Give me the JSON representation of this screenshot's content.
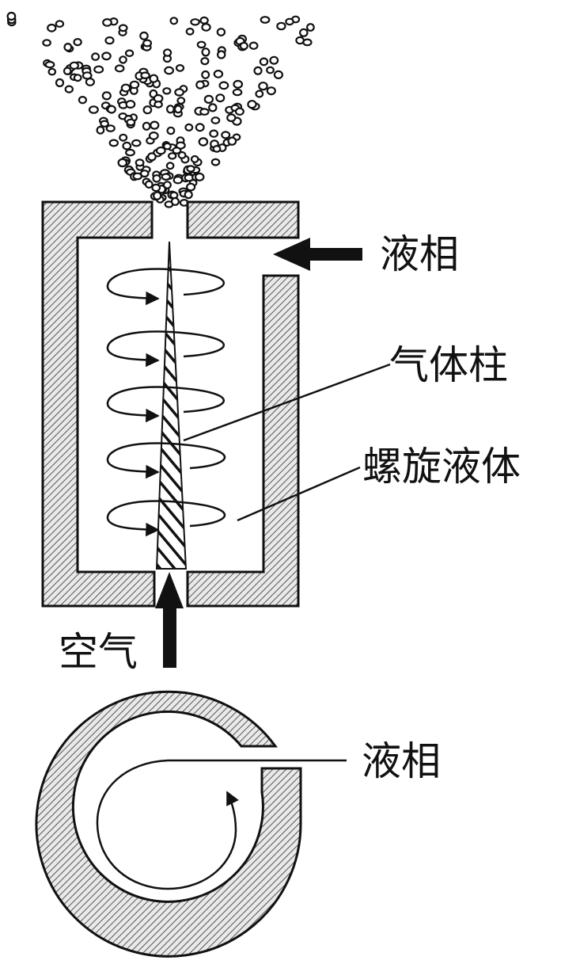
{
  "labels": {
    "liquid_inlet_top": "液相",
    "gas_column": "气体柱",
    "spiral_liquid": "螺旋液体",
    "air": "空气",
    "liquid_inlet_bottom": "液相"
  },
  "colors": {
    "ink": "#111111",
    "hatch_bg": "#eeeeee"
  }
}
